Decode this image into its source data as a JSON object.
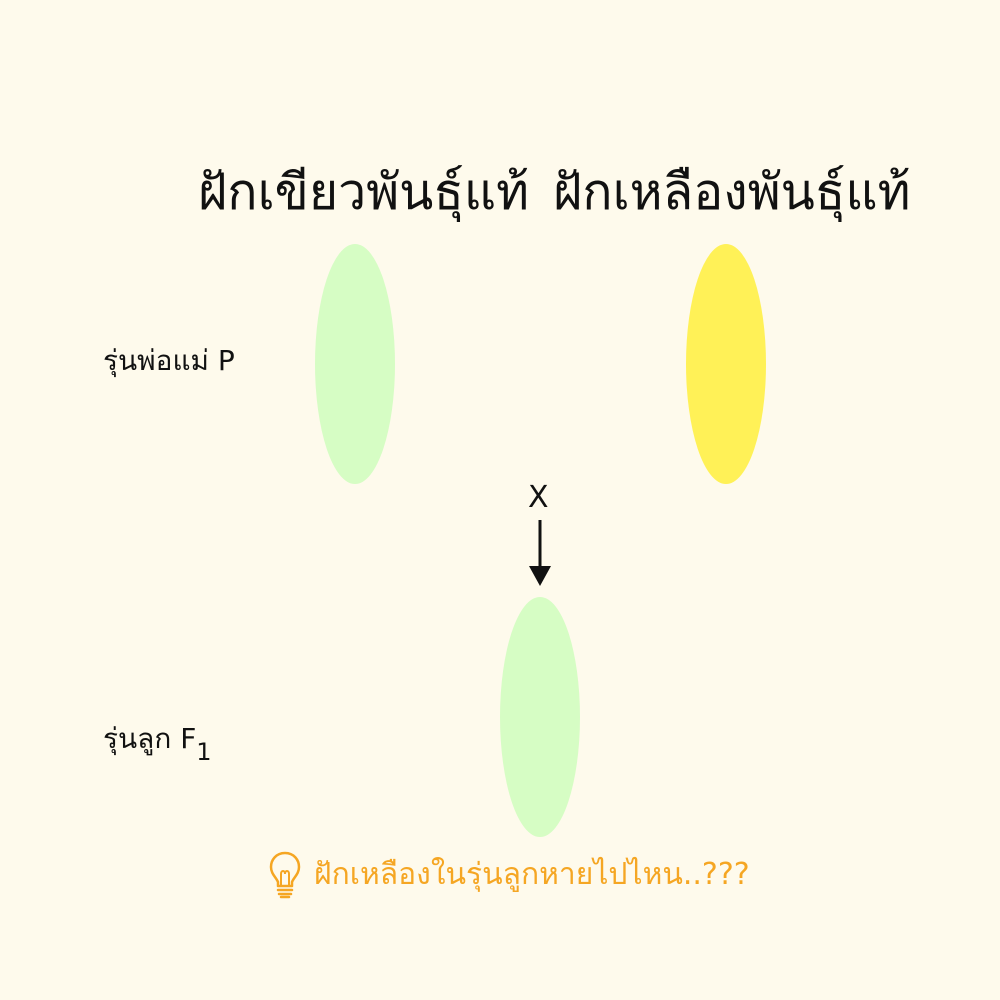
{
  "titles": {
    "left": "ฝักเขียวพันธุ์แท้",
    "right": "ฝักเหลืองพันธุ์แท้"
  },
  "labels": {
    "parent_generation": "รุ่นพ่อแม่ P",
    "offspring_generation": "รุ่นลูก F",
    "offspring_subscript": "1"
  },
  "cross_symbol": "X",
  "question": "ฝักเหลืองในรุ่นลูกหายไปไหน..???",
  "icons": {
    "hint": "lightbulb-icon",
    "direction": "arrow-down-icon"
  },
  "colors": {
    "background": "#fefaec",
    "green_pod": "#d6fdc4",
    "yellow_pod": "#fff157",
    "accent": "#f5a623",
    "text": "#111111"
  }
}
